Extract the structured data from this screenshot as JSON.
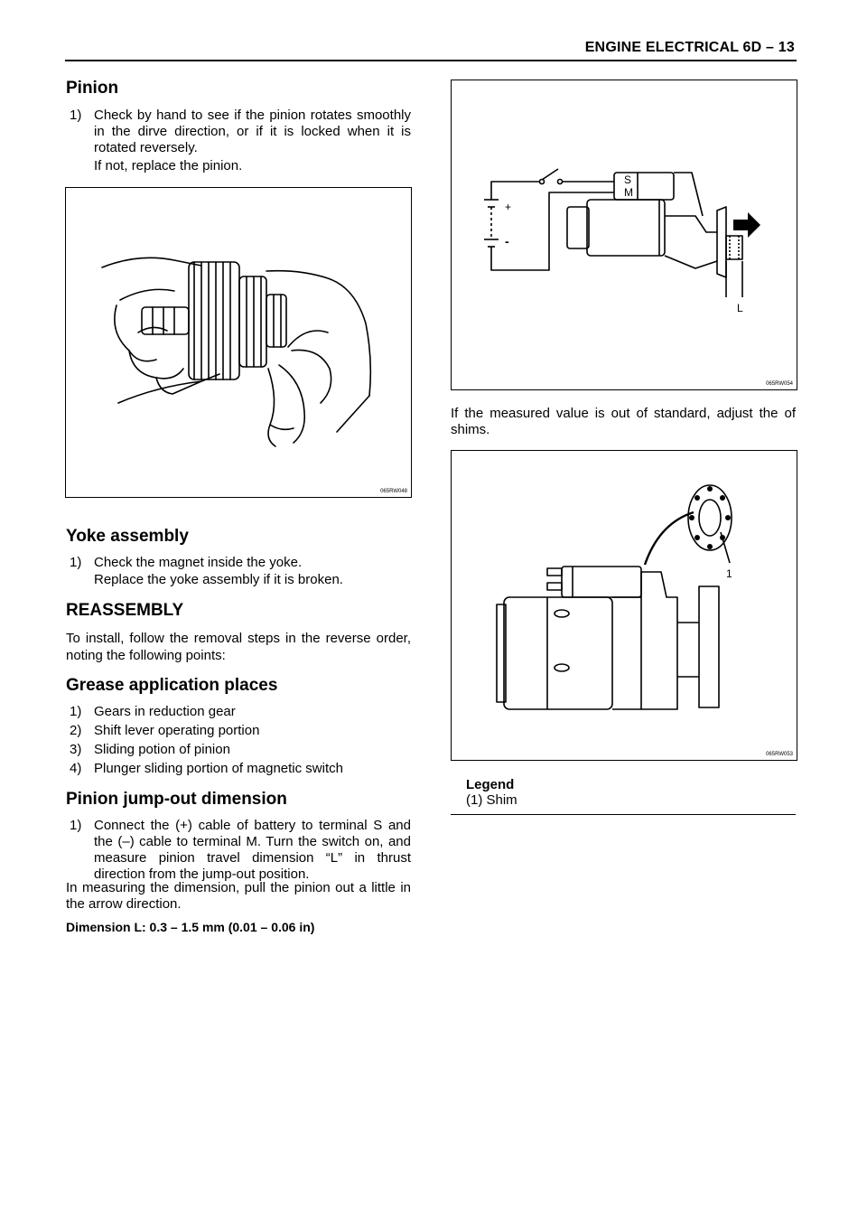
{
  "header": {
    "title": "ENGINE ELECTRICAL  6D – 13"
  },
  "pinion": {
    "heading": "Pinion",
    "step_num": "1)",
    "step_text": "Check by hand to see if the pinion rotates smoothly in the dirve direction, or if it is locked when it is rotated reversely.",
    "note": "If not, replace the pinion.",
    "figure_code": "065RW048"
  },
  "yoke": {
    "heading": "Yoke assembly",
    "step_num": "1)",
    "step_text": "Check the magnet inside the yoke.",
    "note": "Replace the yoke assembly if it is broken."
  },
  "reassembly": {
    "heading": "REASSEMBLY",
    "intro": "To install, follow the removal steps in the reverse order, noting the following points:"
  },
  "grease": {
    "heading": "Grease application places",
    "items": [
      {
        "num": "1)",
        "text": "Gears in reduction gear"
      },
      {
        "num": "2)",
        "text": "Shift lever operating portion"
      },
      {
        "num": "3)",
        "text": "Sliding potion of pinion"
      },
      {
        "num": "4)",
        "text": "Plunger sliding portion of magnetic switch"
      }
    ]
  },
  "jumpout": {
    "heading": "Pinion jump-out dimension",
    "step_num": "1)",
    "step_text": "Connect the (+) cable of battery to terminal S and the (–) cable to terminal M. Turn the switch on, and measure pinion travel dimension “L” in thrust direction from the jump-out position.",
    "note": "In measuring the dimension, pull the pinion out a little in the arrow direction.",
    "spec": "Dimension L: 0.3 – 1.5 mm (0.01 – 0.06 in)"
  },
  "circuit_figure": {
    "code": "065RW054",
    "labels": {
      "s": "S",
      "m": "M",
      "plus": "+",
      "minus": "-",
      "l": "L"
    }
  },
  "shims": {
    "text": "If the measured value is out of standard, adjust the of shims.",
    "figure_code": "065RW053",
    "callout": "1",
    "legend_title": "Legend",
    "legend_item": "(1) Shim"
  }
}
